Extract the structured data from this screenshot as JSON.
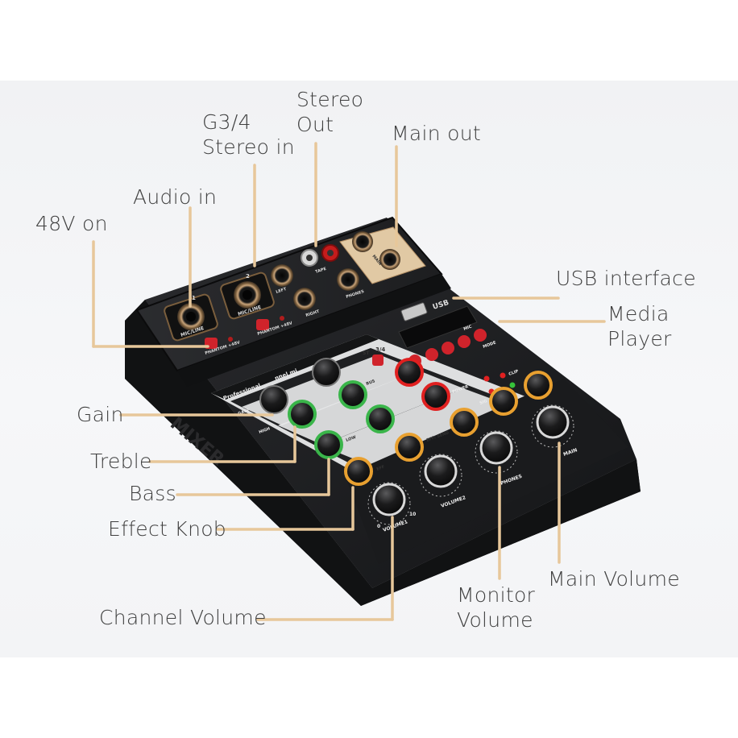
{
  "colors": {
    "callout_line": "#e7c79a",
    "label_text": "#3f3f3f",
    "body": "#1b1c1e"
  },
  "callouts": {
    "stereo_out": [
      "Stereo",
      "Out"
    ],
    "g34": [
      "G3/4",
      "Stereo in"
    ],
    "main_out": "Main out",
    "audio_in": "Audio in",
    "v48": "48V on",
    "usb_interface": "USB interface",
    "media_player": [
      "Media",
      "Player"
    ],
    "gain": "Gain",
    "treble": "Treble",
    "bass": "Bass",
    "effect_knob": "Effect Knob",
    "channel_volume": "Channel Volume",
    "monitor_volume": [
      "Monitor",
      "Volume"
    ],
    "main_volume": "Main Volume"
  },
  "panel_text": {
    "usb": "USB",
    "mic_line_1": "MIC/LINE",
    "mic_line_2": "MIC/LINE",
    "phantom_1": "PHANTOM +48V",
    "phantom_2": "PHANTOM +48V",
    "left": "LEFT",
    "right": "RIGHT",
    "tape": "TAPE",
    "phones_jack": "PHONES",
    "main": "MAIN",
    "professional": "Professional",
    "channel_mixer": "nnel mi",
    "gain": "GAIN",
    "high": "HIGH",
    "low": "LOW",
    "eff": "EFF",
    "bus": "BUS",
    "st": "ST",
    "g34": "3/4",
    "eff_send": "EFF/ SEND",
    "power": "POWER",
    "clip": "CLIP",
    "sig": "SIG",
    "phones": "PHONES",
    "main_dial": "MAIN",
    "volume1": "VOLUME1",
    "volume2": "VOLUME2",
    "mode": "MODE",
    "mic": "MIC",
    "side_logo": "MIXER",
    "ch1": "1",
    "ch2": "2",
    "zero": "0",
    "ten": "10"
  }
}
